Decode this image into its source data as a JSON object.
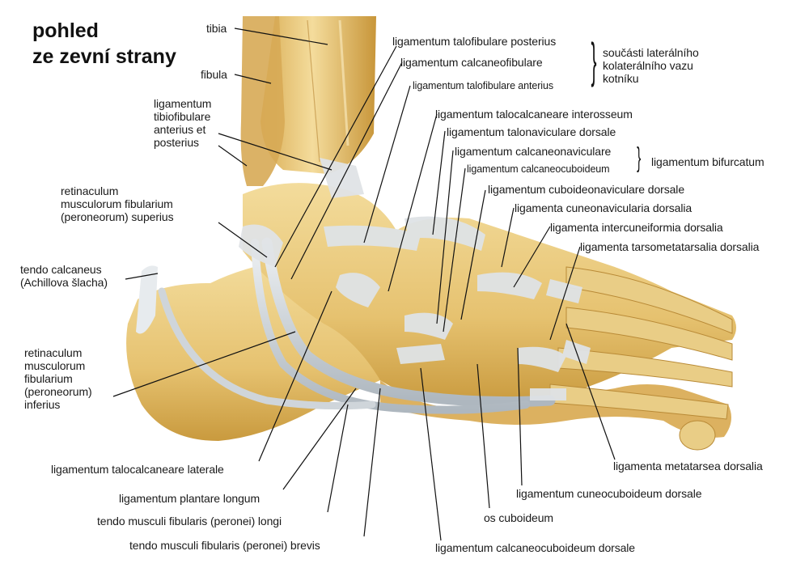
{
  "title": {
    "line1": "pohled",
    "line2": "ze zevní strany"
  },
  "labels": {
    "tibia": "tibia",
    "fibula": "fibula",
    "lig_tibiofibulare": [
      "ligamentum",
      "tibiofibulare",
      "anterius et",
      "posterius"
    ],
    "retinaculum_superius": [
      "retinaculum",
      "musculorum fibularium",
      "(peroneorum) superius"
    ],
    "tendo_calcaneus": [
      "tendo calcaneus",
      "(Achillova šlacha)"
    ],
    "retinaculum_inferius": [
      "retinaculum",
      "musculorum",
      "fibularium",
      "(peroneorum)",
      "inferius"
    ],
    "talofibulare_posterius": "ligamentum talofibulare posterius",
    "calcaneofibulare": "ligamentum calcaneofibulare",
    "talofibulare_anterius": "ligamentum talofibulare anterius",
    "lateral_group": [
      "součásti laterálního",
      "kolaterálního vazu",
      "kotníku"
    ],
    "talocalcaneare_interosseum": "ligamentum talocalcaneare interosseum",
    "talonaviculare_dorsale": "ligamentum talonaviculare dorsale",
    "calcaneonaviculare": "ligamentum calcaneonaviculare",
    "calcaneocuboideum": "ligamentum calcaneocuboideum",
    "bifurcatum": "ligamentum bifurcatum",
    "cuboideonaviculare": "ligamentum cuboideonaviculare dorsale",
    "cuneonavicularia": "ligamenta cuneonavicularia dorsalia",
    "intercuneiformia": "ligamenta intercuneiformia dorsalia",
    "tarsometatarsalia": "ligamenta tarsometatarsalia dorsalia",
    "metatarsea": "ligamenta metatarsea dorsalia",
    "cuneocuboideum": "ligamentum cuneocuboideum dorsale",
    "os_cuboideum": "os cuboideum",
    "calcaneocuboideum_dorsale": "ligamentum calcaneocuboideum dorsale",
    "talocalcaneare_laterale": "ligamentum talocalcaneare laterale",
    "plantare_longum": "ligamentum plantare longum",
    "fibularis_longi": "tendo musculi fibularis (peronei) longi",
    "fibularis_brevis": "tendo musculi fibularis (peronei) brevis"
  },
  "colors": {
    "bone": "#e8c87a",
    "bone_dark": "#c99a3e",
    "ligament": "#d8dde0",
    "tendon": "#c9d0d6",
    "leader": "#111111"
  }
}
